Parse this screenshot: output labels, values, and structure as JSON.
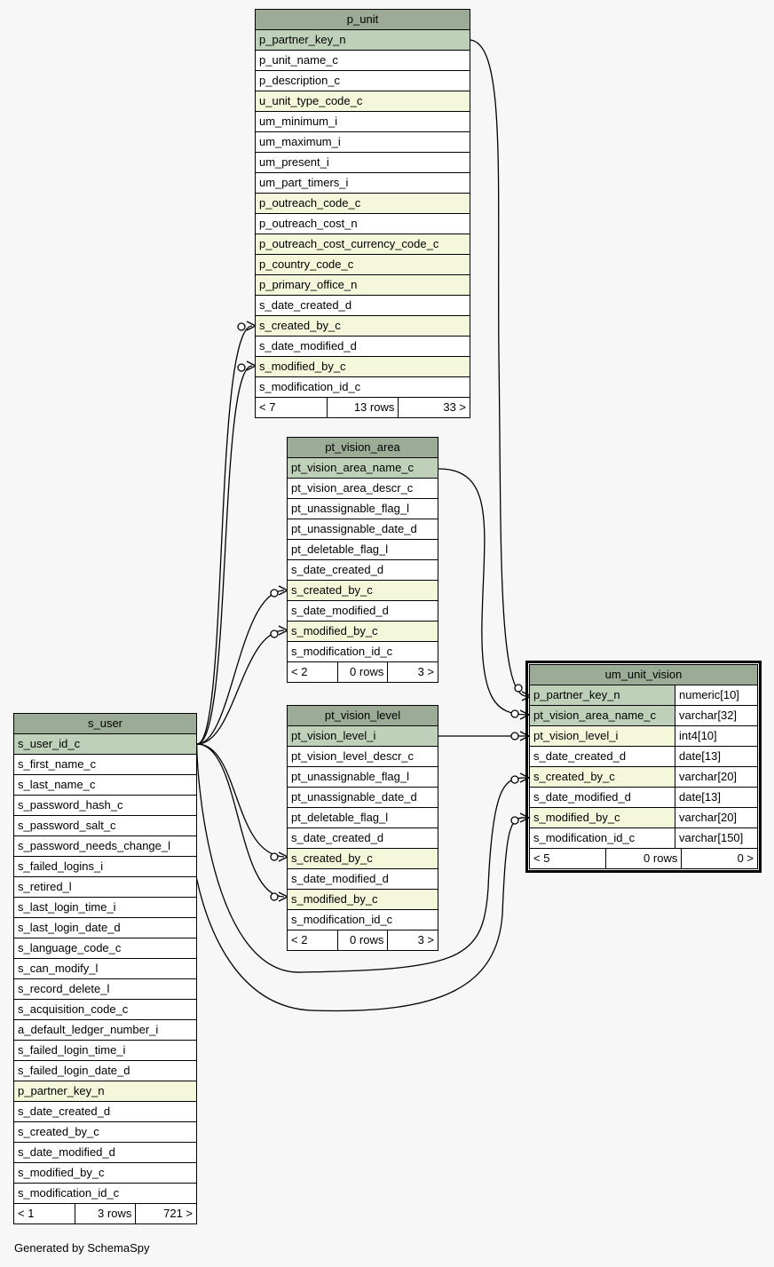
{
  "tables": {
    "p_unit": {
      "name": "p_unit",
      "columns": [
        {
          "name": "p_partner_key_n",
          "kind": "pk"
        },
        {
          "name": "p_unit_name_c",
          "kind": ""
        },
        {
          "name": "p_description_c",
          "kind": ""
        },
        {
          "name": "u_unit_type_code_c",
          "kind": "fk"
        },
        {
          "name": "um_minimum_i",
          "kind": ""
        },
        {
          "name": "um_maximum_i",
          "kind": ""
        },
        {
          "name": "um_present_i",
          "kind": ""
        },
        {
          "name": "um_part_timers_i",
          "kind": ""
        },
        {
          "name": "p_outreach_code_c",
          "kind": "fk"
        },
        {
          "name": "p_outreach_cost_n",
          "kind": ""
        },
        {
          "name": "p_outreach_cost_currency_code_c",
          "kind": "fk"
        },
        {
          "name": "p_country_code_c",
          "kind": "fk"
        },
        {
          "name": "p_primary_office_n",
          "kind": "fk"
        },
        {
          "name": "s_date_created_d",
          "kind": ""
        },
        {
          "name": "s_created_by_c",
          "kind": "fk"
        },
        {
          "name": "s_date_modified_d",
          "kind": ""
        },
        {
          "name": "s_modified_by_c",
          "kind": "fk"
        },
        {
          "name": "s_modification_id_c",
          "kind": ""
        }
      ],
      "footer": {
        "left": "< 7",
        "mid": "13 rows",
        "right": "33 >"
      }
    },
    "pt_vision_area": {
      "name": "pt_vision_area",
      "columns": [
        {
          "name": "pt_vision_area_name_c",
          "kind": "pk"
        },
        {
          "name": "pt_vision_area_descr_c",
          "kind": ""
        },
        {
          "name": "pt_unassignable_flag_l",
          "kind": ""
        },
        {
          "name": "pt_unassignable_date_d",
          "kind": ""
        },
        {
          "name": "pt_deletable_flag_l",
          "kind": ""
        },
        {
          "name": "s_date_created_d",
          "kind": ""
        },
        {
          "name": "s_created_by_c",
          "kind": "fk"
        },
        {
          "name": "s_date_modified_d",
          "kind": ""
        },
        {
          "name": "s_modified_by_c",
          "kind": "fk"
        },
        {
          "name": "s_modification_id_c",
          "kind": ""
        }
      ],
      "footer": {
        "left": "< 2",
        "mid": "0 rows",
        "right": "3 >"
      }
    },
    "pt_vision_level": {
      "name": "pt_vision_level",
      "columns": [
        {
          "name": "pt_vision_level_i",
          "kind": "pk"
        },
        {
          "name": "pt_vision_level_descr_c",
          "kind": ""
        },
        {
          "name": "pt_unassignable_flag_l",
          "kind": ""
        },
        {
          "name": "pt_unassignable_date_d",
          "kind": ""
        },
        {
          "name": "pt_deletable_flag_l",
          "kind": ""
        },
        {
          "name": "s_date_created_d",
          "kind": ""
        },
        {
          "name": "s_created_by_c",
          "kind": "fk"
        },
        {
          "name": "s_date_modified_d",
          "kind": ""
        },
        {
          "name": "s_modified_by_c",
          "kind": "fk"
        },
        {
          "name": "s_modification_id_c",
          "kind": ""
        }
      ],
      "footer": {
        "left": "< 2",
        "mid": "0 rows",
        "right": "3 >"
      }
    },
    "um_unit_vision": {
      "name": "um_unit_vision",
      "columns": [
        {
          "name": "p_partner_key_n",
          "type": "numeric[10]",
          "kind": "pk"
        },
        {
          "name": "pt_vision_area_name_c",
          "type": "varchar[32]",
          "kind": "pk"
        },
        {
          "name": "pt_vision_level_i",
          "type": "int4[10]",
          "kind": "fk"
        },
        {
          "name": "s_date_created_d",
          "type": "date[13]",
          "kind": ""
        },
        {
          "name": "s_created_by_c",
          "type": "varchar[20]",
          "kind": "fk"
        },
        {
          "name": "s_date_modified_d",
          "type": "date[13]",
          "kind": ""
        },
        {
          "name": "s_modified_by_c",
          "type": "varchar[20]",
          "kind": "fk"
        },
        {
          "name": "s_modification_id_c",
          "type": "varchar[150]",
          "kind": ""
        }
      ],
      "footer": {
        "left": "< 5",
        "mid": "0 rows",
        "right": "0 >"
      }
    },
    "s_user": {
      "name": "s_user",
      "columns": [
        {
          "name": "s_user_id_c",
          "kind": "pk"
        },
        {
          "name": "s_first_name_c",
          "kind": ""
        },
        {
          "name": "s_last_name_c",
          "kind": ""
        },
        {
          "name": "s_password_hash_c",
          "kind": ""
        },
        {
          "name": "s_password_salt_c",
          "kind": ""
        },
        {
          "name": "s_password_needs_change_l",
          "kind": ""
        },
        {
          "name": "s_failed_logins_i",
          "kind": ""
        },
        {
          "name": "s_retired_l",
          "kind": ""
        },
        {
          "name": "s_last_login_time_i",
          "kind": ""
        },
        {
          "name": "s_last_login_date_d",
          "kind": ""
        },
        {
          "name": "s_language_code_c",
          "kind": ""
        },
        {
          "name": "s_can_modify_l",
          "kind": ""
        },
        {
          "name": "s_record_delete_l",
          "kind": ""
        },
        {
          "name": "s_acquisition_code_c",
          "kind": ""
        },
        {
          "name": "a_default_ledger_number_i",
          "kind": ""
        },
        {
          "name": "s_failed_login_time_i",
          "kind": ""
        },
        {
          "name": "s_failed_login_date_d",
          "kind": ""
        },
        {
          "name": "p_partner_key_n",
          "kind": "fk"
        },
        {
          "name": "s_date_created_d",
          "kind": ""
        },
        {
          "name": "s_created_by_c",
          "kind": ""
        },
        {
          "name": "s_date_modified_d",
          "kind": ""
        },
        {
          "name": "s_modified_by_c",
          "kind": ""
        },
        {
          "name": "s_modification_id_c",
          "kind": ""
        }
      ],
      "footer": {
        "left": "< 1",
        "mid": "3 rows",
        "right": "721 >"
      }
    }
  },
  "footer_text": "Generated by SchemaSpy"
}
